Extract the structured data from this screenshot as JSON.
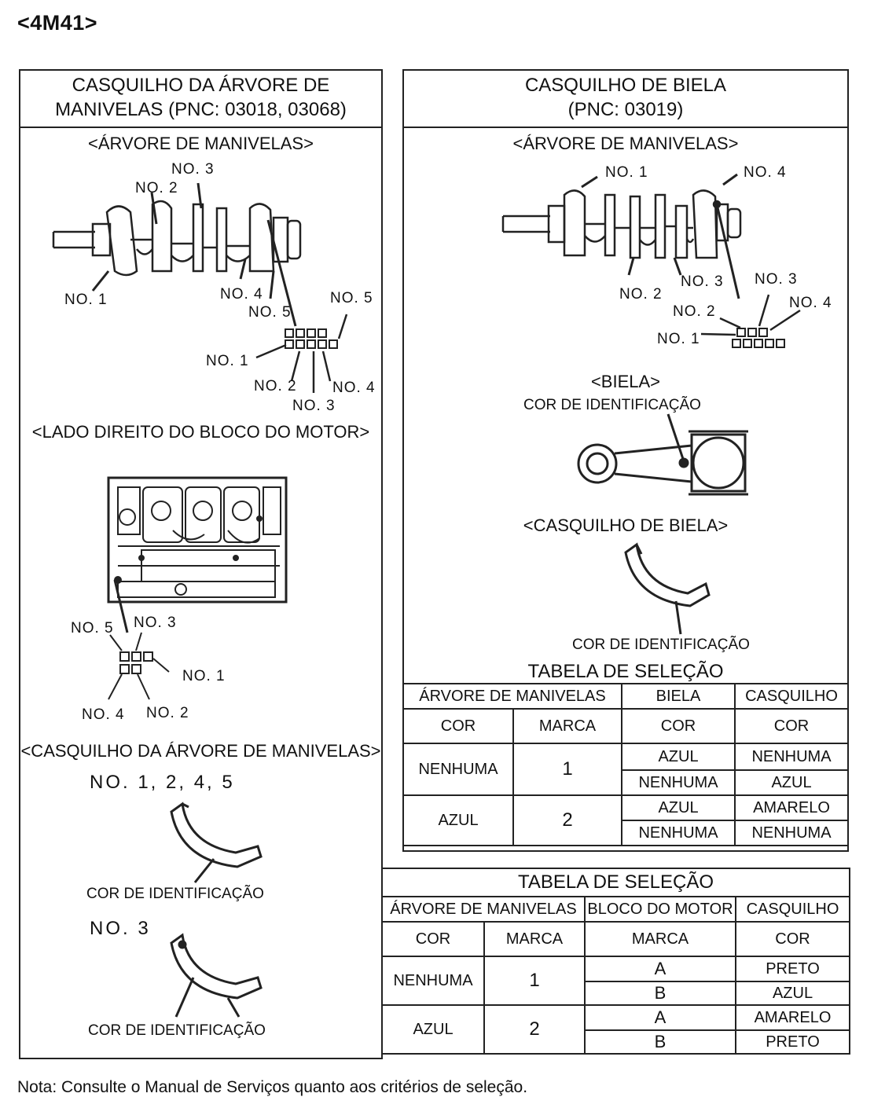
{
  "document": {
    "title": "<4M41>",
    "note": "Nota: Consulte o Manual de Serviços quanto aos critérios de seleção."
  },
  "left_panel": {
    "header_line1": "CASQUILHO DA ÁRVORE DE",
    "header_line2": "MANIVELAS (PNC: 03018, 03068)",
    "crankshaft_title": "<ÁRVORE DE MANIVELAS>",
    "crankshaft_labels": {
      "no1": "NO. 1",
      "no2": "NO. 2",
      "no3": "NO. 3",
      "no4": "NO. 4",
      "no5": "NO. 5",
      "marks_no1": "NO. 1",
      "marks_no2": "NO. 2",
      "marks_no3": "NO. 3",
      "marks_no4": "NO. 4",
      "marks_no5": "NO. 5"
    },
    "block_title": "<LADO DIREITO DO BLOCO DO MOTOR>",
    "block_labels": {
      "no5": "NO. 5",
      "no3": "NO. 3",
      "no1": "NO. 1",
      "no4": "NO. 4",
      "no2": "NO. 2"
    },
    "bearing_title": "<CASQUILHO DA ÁRVORE DE MANIVELAS>",
    "bearing_a_label": "NO. 1, 2, 4, 5",
    "bearing_a_caption": "COR DE IDENTIFICAÇÃO",
    "bearing_b_label": "NO. 3",
    "bearing_b_caption": "COR DE IDENTIFICAÇÃO"
  },
  "right_panel": {
    "header_line1": "CASQUILHO DE BIELA",
    "header_line2": "(PNC: 03019)",
    "crankshaft_title": "<ÁRVORE DE MANIVELAS>",
    "crankshaft_labels": {
      "no1": "NO. 1",
      "no4": "NO. 4",
      "no2": "NO. 2",
      "no3": "NO. 3",
      "marks_no3": "NO. 3",
      "marks_no2": "NO. 2",
      "marks_no4": "NO. 4",
      "marks_no1": "NO. 1"
    },
    "rod_title": "<BIELA>",
    "rod_caption": "COR DE IDENTIFICAÇÃO",
    "bearing_title": "<CASQUILHO DE BIELA>",
    "bearing_caption": "COR DE IDENTIFICAÇÃO"
  },
  "table1": {
    "title": "TABELA DE SELEÇÃO",
    "group_crankshaft": "ÁRVORE DE MANIVELAS",
    "group_rod": "BIELA",
    "group_bearing": "CASQUILHO",
    "col_color": "COR",
    "col_mark": "MARCA",
    "col_rod_color": "COR",
    "col_bearing_color": "COR",
    "r1_color": "NENHUMA",
    "r1_mark": "1",
    "r1a_rod": "AZUL",
    "r1a_bearing": "NENHUMA",
    "r1b_rod": "NENHUMA",
    "r1b_bearing": "AZUL",
    "r2_color": "AZUL",
    "r2_mark": "2",
    "r2a_rod": "AZUL",
    "r2a_bearing": "AMARELO",
    "r2b_rod": "NENHUMA",
    "r2b_bearing": "NENHUMA"
  },
  "table2": {
    "title": "TABELA DE SELEÇÃO",
    "group_crankshaft": "ÁRVORE DE MANIVELAS",
    "group_block": "BLOCO DO MOTOR",
    "group_bearing": "CASQUILHO",
    "col_color": "COR",
    "col_mark": "MARCA",
    "col_block_mark": "MARCA",
    "col_bearing_color": "COR",
    "r1_color": "NENHUMA",
    "r1_mark": "1",
    "r1a_block": "A",
    "r1a_bearing": "PRETO",
    "r1b_block": "B",
    "r1b_bearing": "AZUL",
    "r2_color": "AZUL",
    "r2_mark": "2",
    "r2a_block": "A",
    "r2a_bearing": "AMARELO",
    "r2b_block": "B",
    "r2b_bearing": "PRETO"
  },
  "colors": {
    "line": "#222222",
    "background": "#ffffff"
  }
}
